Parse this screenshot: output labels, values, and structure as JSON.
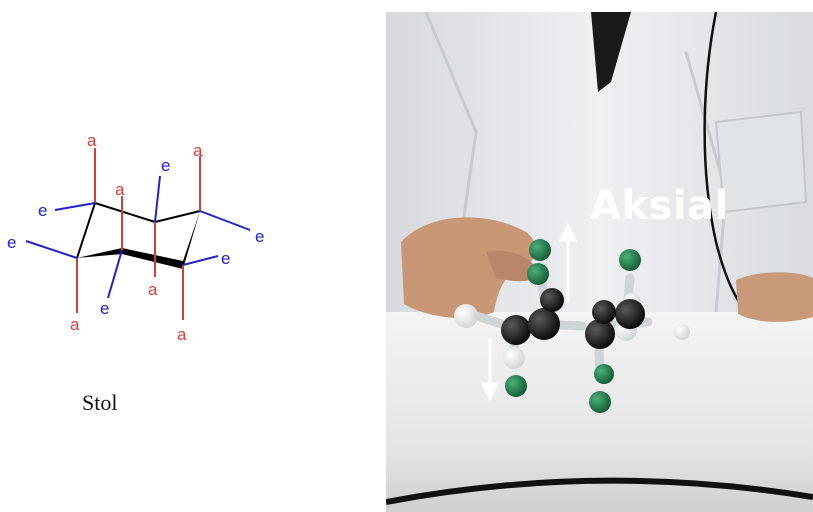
{
  "top_text": "",
  "diagram": {
    "caption": "Stol",
    "axial_label": "a",
    "equatorial_label": "e",
    "colors": {
      "axial": "#d0413c",
      "equatorial": "#2323c8",
      "ring": "#000000"
    }
  },
  "photo": {
    "label": "Aksial",
    "colors": {
      "coat": "#eceef0",
      "table": "#f2f2f2",
      "carbon": "#111111",
      "hydrogen": "#ffffff",
      "chlorine": "#1f7a48"
    }
  }
}
